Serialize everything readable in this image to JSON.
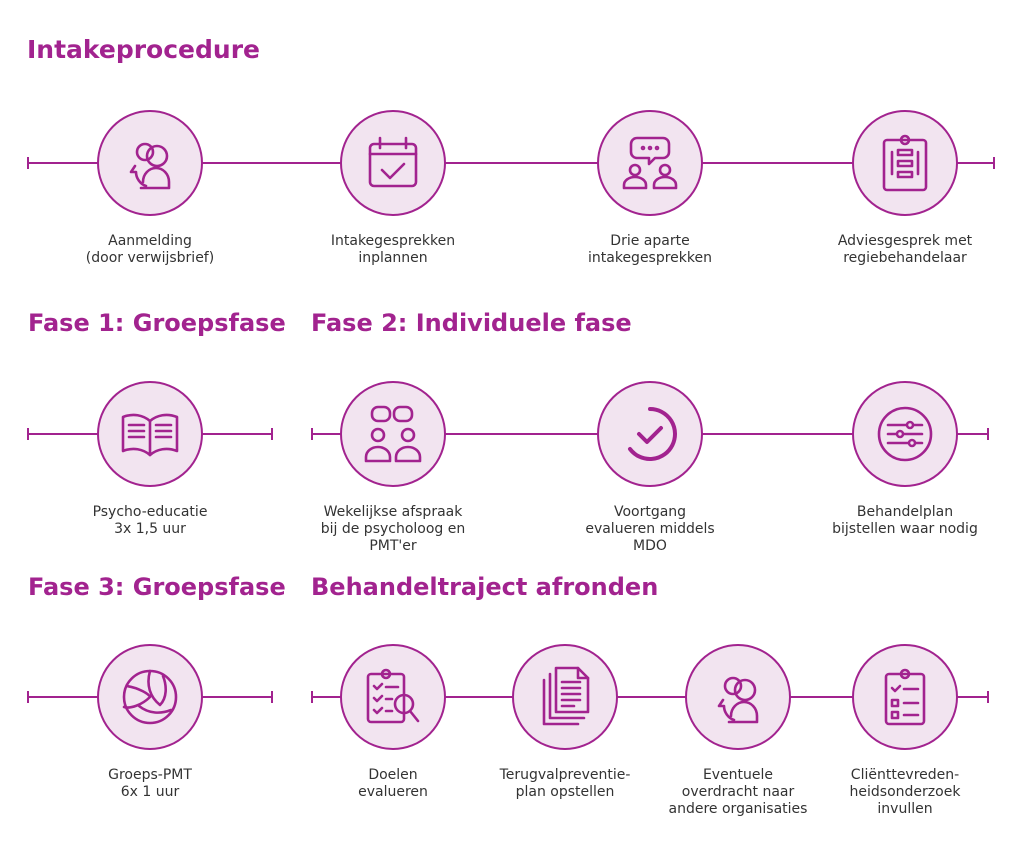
{
  "colors": {
    "accent": "#a2238f",
    "circle_fill": "#f2e4f0",
    "text": "#333333"
  },
  "sections": [
    {
      "title": "Intakeprocedure",
      "steps": [
        {
          "icon": "people-referral-icon",
          "lines": [
            "Aanmelding",
            "(door verwijsbrief)"
          ]
        },
        {
          "icon": "calendar-check-icon",
          "lines": [
            "Intakegesprekken",
            "inplannen"
          ]
        },
        {
          "icon": "conversation-icon",
          "lines": [
            "Drie aparte",
            "intakegesprekken"
          ]
        },
        {
          "icon": "clipboard-flow-icon",
          "lines": [
            "Adviesgesprek met",
            "regiebehandelaar"
          ]
        }
      ]
    },
    {
      "title": "Fase 1: Groepsfase",
      "steps": [
        {
          "icon": "open-book-icon",
          "lines": [
            "Psycho-educatie",
            "3x 1,5 uur"
          ]
        }
      ]
    },
    {
      "title": "Fase 2: Individuele fase",
      "steps": [
        {
          "icon": "two-people-chat-icon",
          "lines": [
            "Wekelijkse afspraak",
            "bij de psycholoog en",
            "PMT'er"
          ]
        },
        {
          "icon": "progress-check-icon",
          "lines": [
            "Voortgang",
            "evalueren middels",
            "MDO"
          ]
        },
        {
          "icon": "sliders-icon",
          "lines": [
            "Behandelplan",
            "bijstellen waar nodig"
          ]
        }
      ]
    },
    {
      "title": "Fase 3: Groepsfase",
      "steps": [
        {
          "icon": "volleyball-icon",
          "lines": [
            "Groeps-PMT",
            "6x 1 uur"
          ]
        }
      ]
    },
    {
      "title": "Behandeltraject afronden",
      "steps": [
        {
          "icon": "clipboard-search-icon",
          "lines": [
            "Doelen",
            "evalueren"
          ]
        },
        {
          "icon": "documents-icon",
          "lines": [
            "Terugvalpreventie-",
            "plan opstellen"
          ]
        },
        {
          "icon": "people-referral-icon",
          "lines": [
            "Eventuele",
            "overdracht naar",
            "andere organisaties"
          ]
        },
        {
          "icon": "clipboard-checklist-icon",
          "lines": [
            "Cliënttevreden-",
            "heidsonderzoek",
            "invullen"
          ]
        }
      ]
    }
  ]
}
